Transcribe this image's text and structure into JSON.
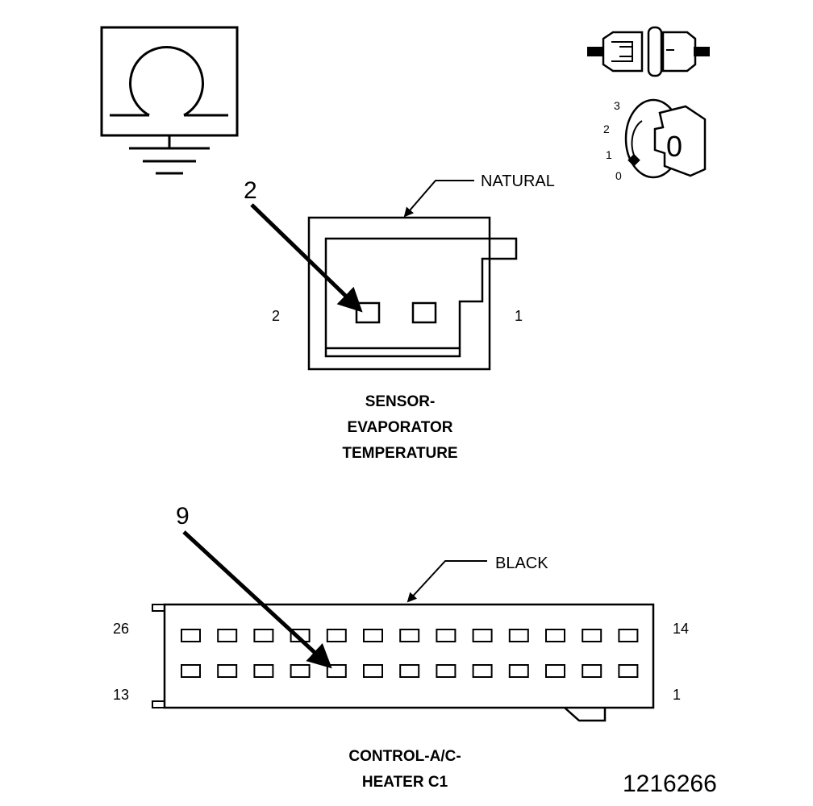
{
  "meter_icon": {
    "symbol": "Ω",
    "icon": "ohmmeter-ground-icon"
  },
  "key_icon": {
    "icon": "ignition-key-icon",
    "positions": [
      "3",
      "2",
      "1",
      "0"
    ],
    "key_label": "0"
  },
  "connector_icon": {
    "icon": "connector-separated-icon"
  },
  "sensor_connector": {
    "callout_pin": "2",
    "color_label": "NATURAL",
    "pin_left": "2",
    "pin_right": "1",
    "title_lines": [
      "SENSOR-",
      "EVAPORATOR",
      "TEMPERATURE"
    ]
  },
  "control_connector": {
    "callout_pin": "9",
    "color_label": "BLACK",
    "pin_top_left": "26",
    "pin_top_right": "14",
    "pin_bottom_left": "13",
    "pin_bottom_right": "1",
    "title_lines": [
      "CONTROL-A/C-",
      "HEATER C1"
    ],
    "cavities_per_row": 13
  },
  "figure_number": "1216266"
}
